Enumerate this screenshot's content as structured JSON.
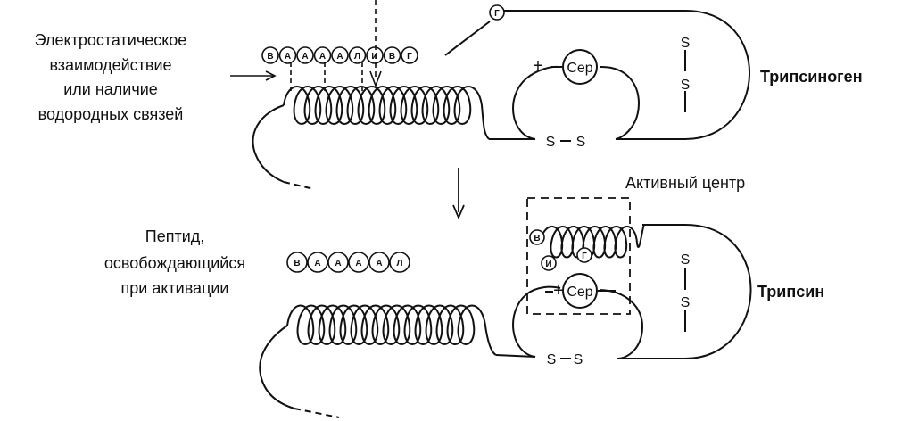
{
  "labels": {
    "interaction": [
      "Электростатическое",
      "взаимодействие",
      "или наличие",
      "водородных связей"
    ],
    "trypsinogen": "Трипсиноген",
    "trypsin": "Трипсин",
    "active_center": "Активный центр",
    "peptide": [
      "Пептид,",
      "освобождающийся",
      "при активации"
    ]
  },
  "chemistry": {
    "serine": "Сер",
    "sulfur": "S",
    "plus": "+",
    "minus": "−"
  },
  "residues": {
    "trypsinogen_chain": [
      "В",
      "А",
      "А",
      "А",
      "А",
      "Л",
      "И",
      "В",
      "Г"
    ],
    "trypsinogen_top": "Г",
    "released_peptide": [
      "В",
      "А",
      "А",
      "А",
      "А",
      "Л"
    ],
    "active_center": [
      "В",
      "И",
      "Г"
    ]
  }
}
